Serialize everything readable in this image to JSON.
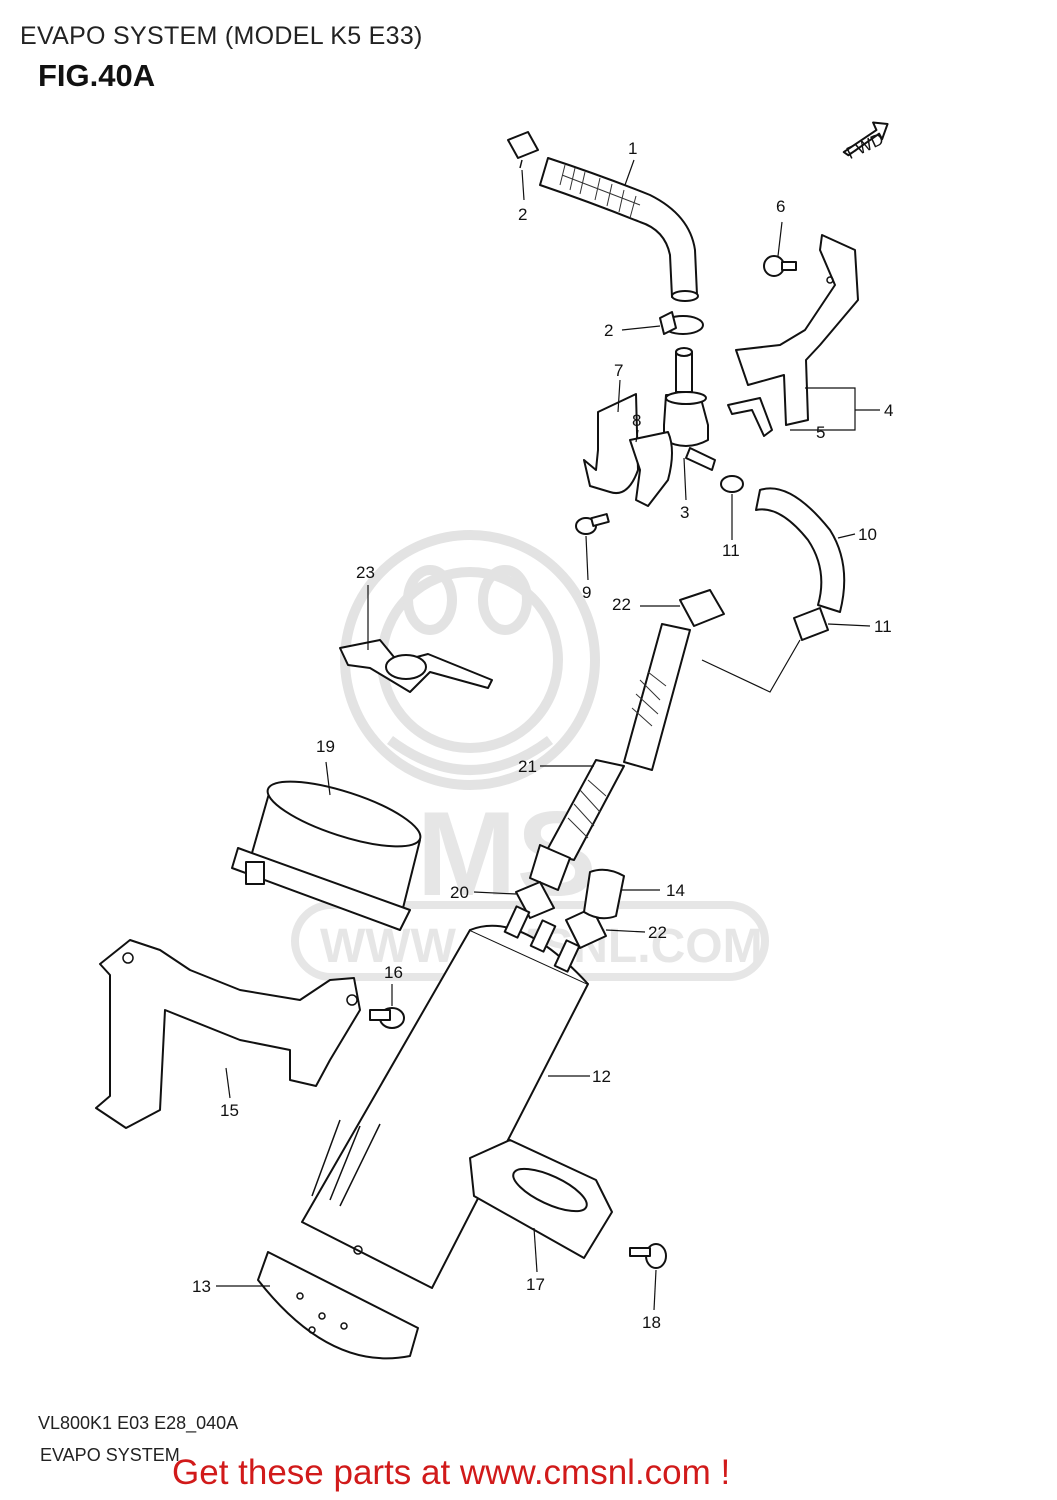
{
  "header": {
    "title": "EVAPO SYSTEM (MODEL K5 E33)",
    "figure": "FIG.40A"
  },
  "diagram": {
    "fwd_label": "FWD",
    "watermark": "CMS",
    "watermark_url": "WWW.CMSNL.COM",
    "callouts": [
      "1",
      "2",
      "2",
      "3",
      "4",
      "5",
      "6",
      "7",
      "8",
      "9",
      "10",
      "11",
      "11",
      "12",
      "13",
      "14",
      "15",
      "16",
      "17",
      "18",
      "19",
      "20",
      "21",
      "22",
      "22",
      "23"
    ]
  },
  "footer": {
    "ref_code": "VL800K1 E03 E28_040A",
    "title": "EVAPO SYSTEM",
    "promo": "Get these parts at www.cmsnl.com !"
  },
  "colors": {
    "promo": "#d11a1a",
    "watermark": "#e3e3e3"
  }
}
